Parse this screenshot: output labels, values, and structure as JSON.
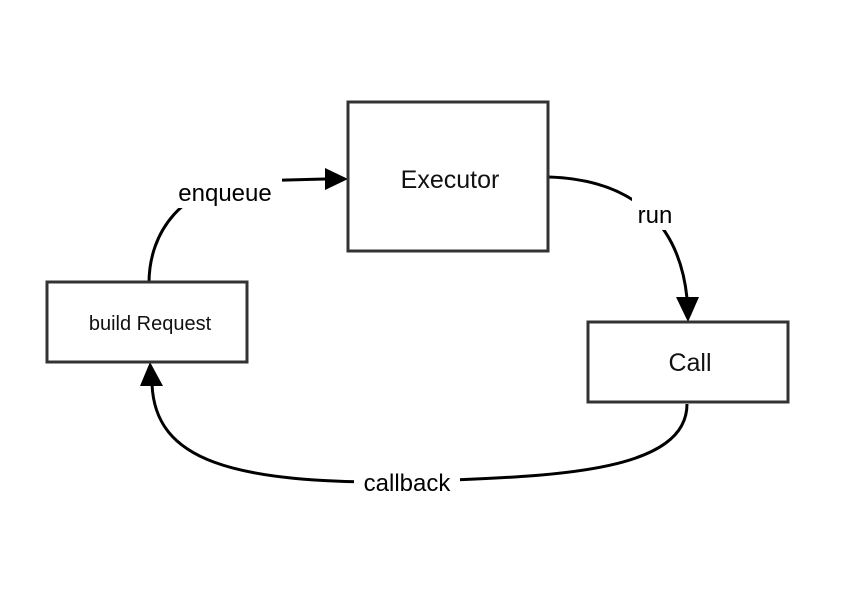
{
  "nodes": {
    "executor": {
      "label": "Executor"
    },
    "call": {
      "label": "Call"
    },
    "build_request": {
      "label": "build Request"
    }
  },
  "edges": {
    "enqueue": {
      "label": "enqueue"
    },
    "run": {
      "label": "run"
    },
    "callback": {
      "label": "callback"
    }
  },
  "colors": {
    "box_border": "#333333",
    "line": "#000000",
    "background": "#ffffff"
  }
}
